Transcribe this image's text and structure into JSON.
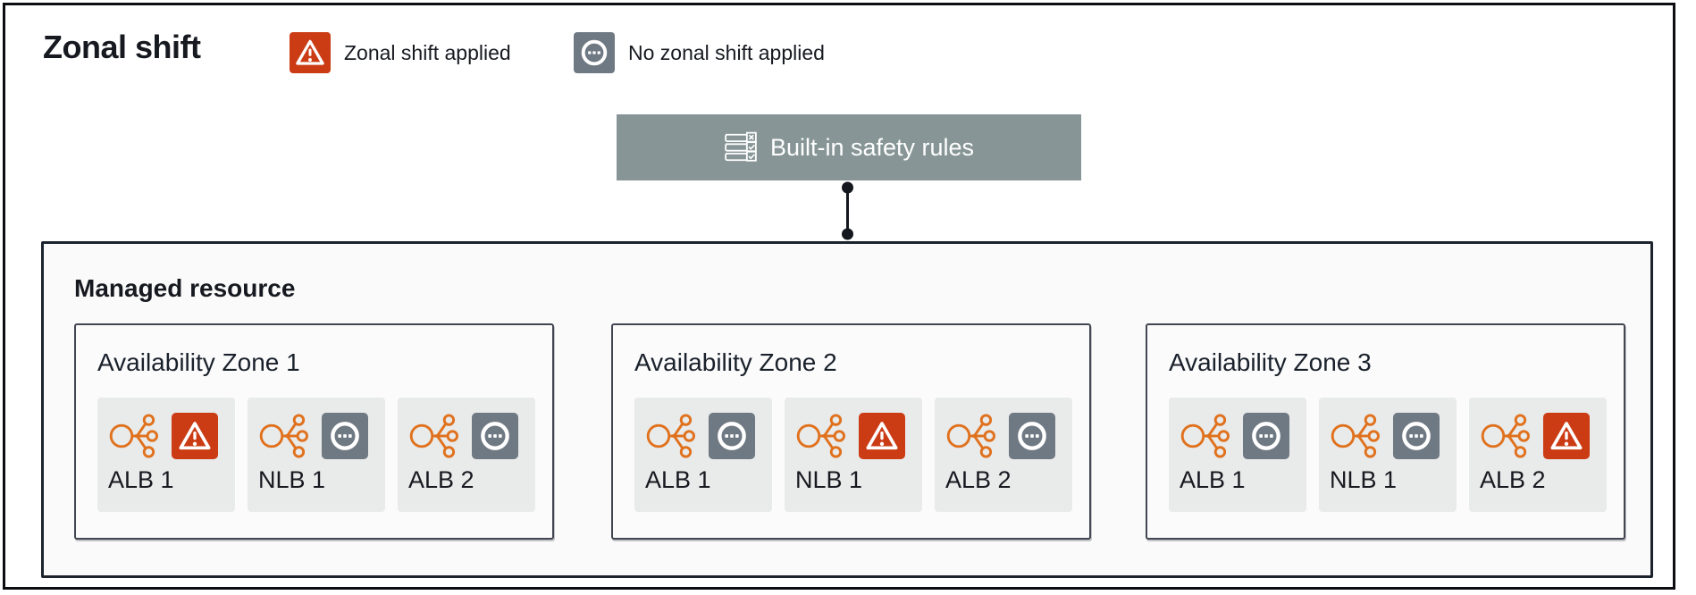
{
  "title": "Zonal shift",
  "legend": [
    {
      "icon": "warning-triangle-icon",
      "status": "applied",
      "label": "Zonal shift applied"
    },
    {
      "icon": "ellipsis-circle-icon",
      "status": "none",
      "label": "No zonal shift applied"
    }
  ],
  "safety_rules": {
    "icon": "rules-checklist-icon",
    "label": "Built-in safety rules"
  },
  "managed_resource": {
    "label": "Managed resource",
    "zones": [
      {
        "label": "Availability Zone 1",
        "resources": [
          {
            "name": "ALB 1",
            "status": "applied"
          },
          {
            "name": "NLB 1",
            "status": "none"
          },
          {
            "name": "ALB 2",
            "status": "none"
          }
        ]
      },
      {
        "label": "Availability Zone 2",
        "resources": [
          {
            "name": "ALB 1",
            "status": "none"
          },
          {
            "name": "NLB 1",
            "status": "applied"
          },
          {
            "name": "ALB 2",
            "status": "none"
          }
        ]
      },
      {
        "label": "Availability Zone 3",
        "resources": [
          {
            "name": "ALB 1",
            "status": "none"
          },
          {
            "name": "NLB 1",
            "status": "none"
          },
          {
            "name": "ALB 2",
            "status": "applied"
          }
        ]
      }
    ]
  },
  "colors": {
    "ink": "#16191F",
    "applied": "#CB3B14",
    "none": "#6F7983",
    "safety_bg": "#879596",
    "lb_orange": "#E0711D",
    "card_bg": "#E9EAEA",
    "panel_bg": "#FAFAFA"
  }
}
